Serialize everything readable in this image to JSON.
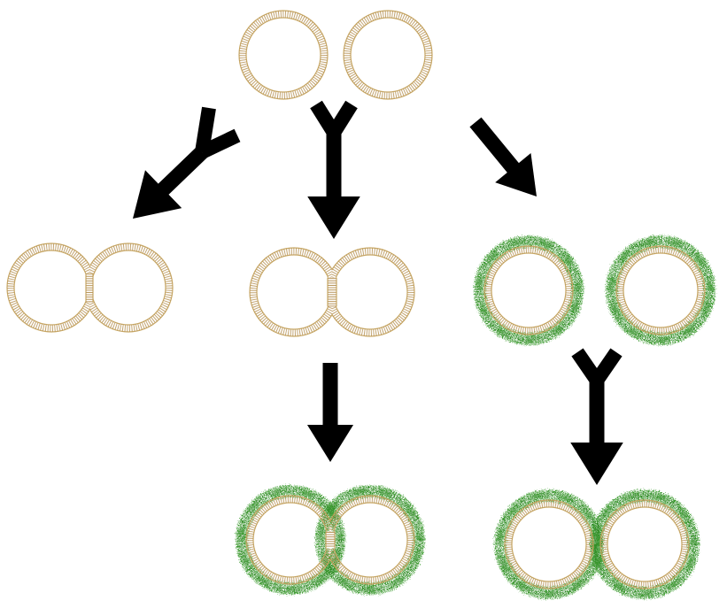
{
  "colors": {
    "background": "#ffffff",
    "membrane_outer": "#c8a865",
    "membrane_ticks": "#b8955a",
    "coating": "#3a9a2e",
    "coating_dark": "#2b7f22",
    "arrow": "#000000"
  },
  "groups": [
    {
      "id": "start",
      "type": "separate-vesicles",
      "coated": false
    },
    {
      "id": "left",
      "type": "fused-vesicles-thin-seam",
      "coated": false
    },
    {
      "id": "middle",
      "type": "fused-vesicles-thick-seam",
      "coated": false
    },
    {
      "id": "middle-bottom",
      "type": "fused-vesicles-thick-seam",
      "coated": true
    },
    {
      "id": "right",
      "type": "separate-vesicles",
      "coated": true
    },
    {
      "id": "right-bottom",
      "type": "fused-vesicles-thick-seam",
      "coated": true
    }
  ],
  "arrows": [
    {
      "from": "start",
      "to": "left",
      "style": "y-arrow"
    },
    {
      "from": "start",
      "to": "middle",
      "style": "y-arrow"
    },
    {
      "from": "start",
      "to": "right",
      "style": "plain-arrow"
    },
    {
      "from": "middle",
      "to": "middle-bottom",
      "style": "plain-arrow"
    },
    {
      "from": "right",
      "to": "right-bottom",
      "style": "y-arrow"
    }
  ]
}
